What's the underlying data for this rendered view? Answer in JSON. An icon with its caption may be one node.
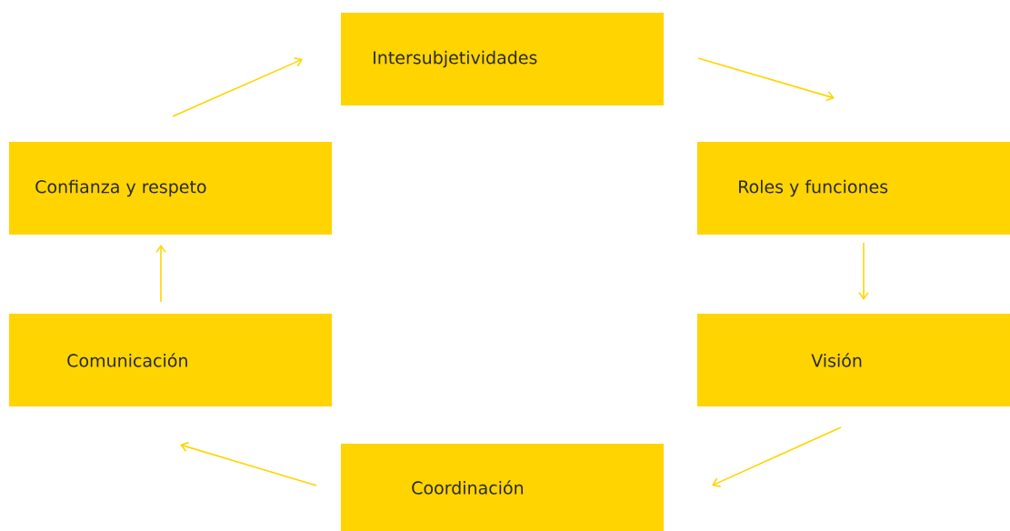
{
  "diagram": {
    "nodes": [
      {
        "text": [
          "Intersubjetividades"
        ]
      },
      {
        "text": [
          "Roles y funciones"
        ]
      },
      {
        "text": [
          "Visión"
        ]
      },
      {
        "text": [
          "Coordinación"
        ]
      },
      {
        "text": [
          "Comunicación"
        ]
      },
      {
        "text": [
          "Confianza y respeto"
        ]
      }
    ],
    "edges": [
      {
        "from": 0,
        "to": 1,
        "arrow": "to"
      },
      {
        "from": 1,
        "to": 2,
        "arrow": "to"
      },
      {
        "from": 2,
        "to": 3,
        "arrow": "to"
      },
      {
        "from": 3,
        "to": 4,
        "arrow": "to"
      },
      {
        "from": 4,
        "to": 5,
        "arrow": "to"
      },
      {
        "from": 5,
        "to": 0,
        "arrow": "to"
      }
    ]
  }
}
